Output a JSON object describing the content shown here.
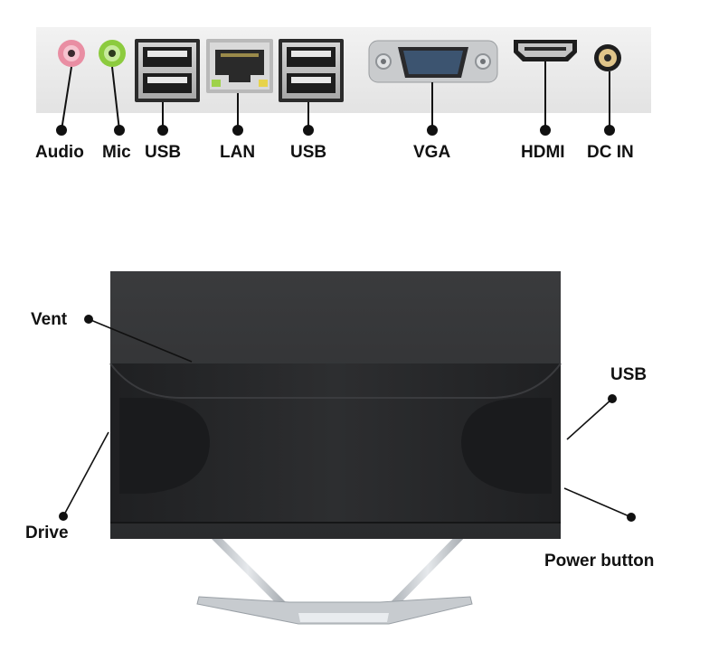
{
  "rear_panel": {
    "ports": [
      {
        "label": "Audio",
        "icon": "audio-jack-icon",
        "color": "#e98ea3"
      },
      {
        "label": "Mic",
        "icon": "mic-jack-icon",
        "color": "#8ccb3e"
      },
      {
        "label": "USB",
        "icon": "usb-port-icon"
      },
      {
        "label": "LAN",
        "icon": "lan-port-icon"
      },
      {
        "label": "USB",
        "icon": "usb-port-icon"
      },
      {
        "label": "VGA",
        "icon": "vga-port-icon"
      },
      {
        "label": "HDMI",
        "icon": "hdmi-port-icon"
      },
      {
        "label": "DC IN",
        "icon": "dc-in-port-icon"
      }
    ]
  },
  "side_view": {
    "callouts": {
      "vent": "Vent",
      "drive": "Drive",
      "usb": "USB",
      "power": "Power button"
    }
  },
  "colors": {
    "panel": "#ececec",
    "chassis": "#2e2f31",
    "chassis_front": "#232426",
    "stand": "#b8bcc0"
  }
}
